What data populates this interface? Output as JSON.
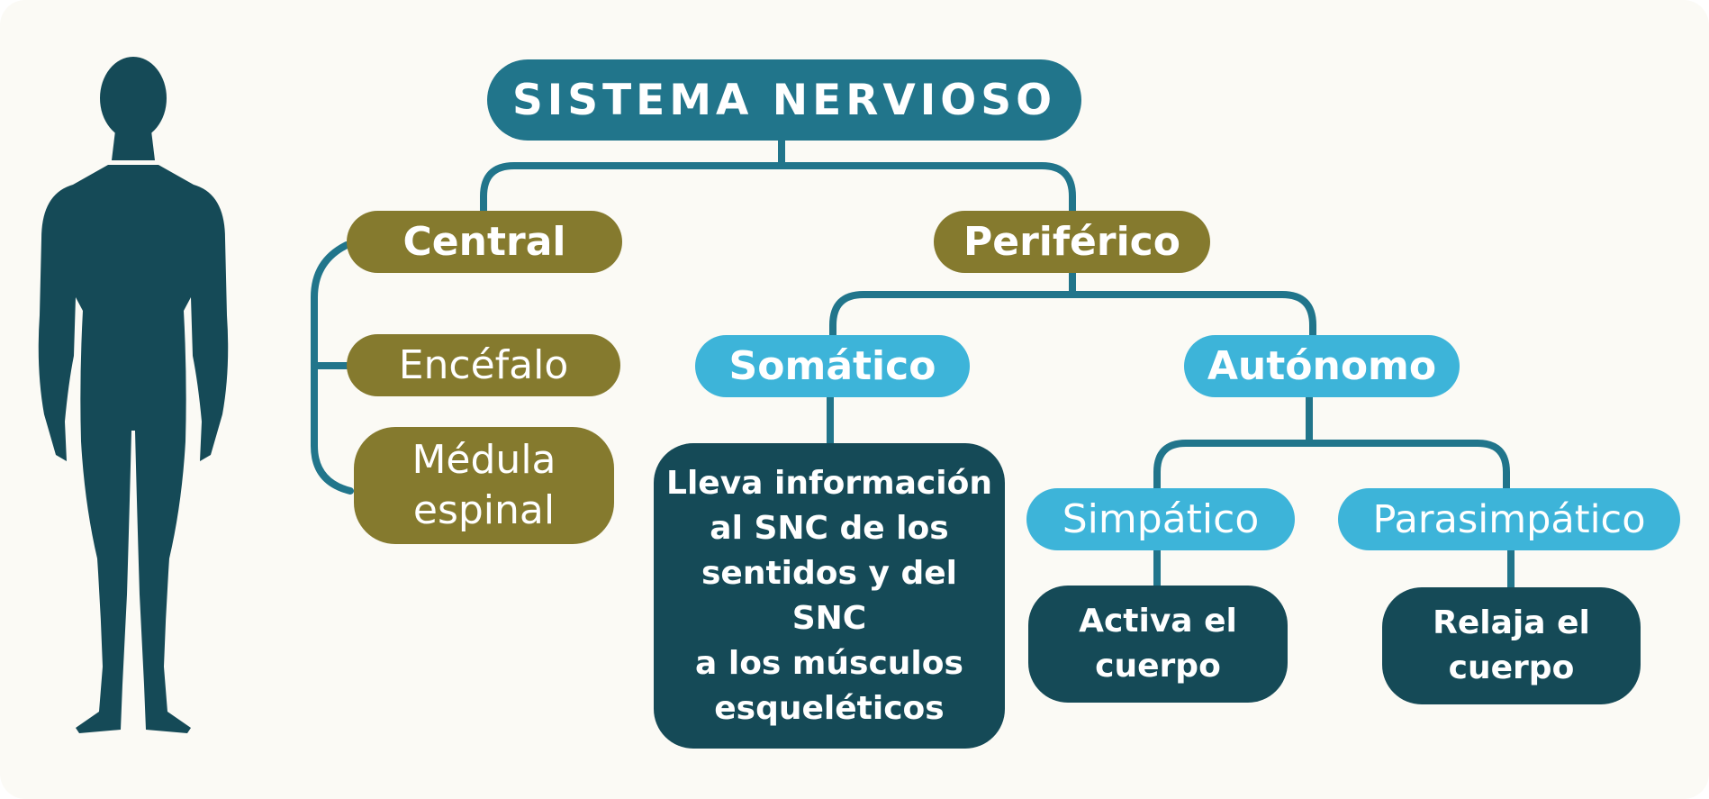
{
  "colors": {
    "background": "#fbfaf5",
    "teal": "#21758b",
    "olive": "#857a2e",
    "cyan": "#3db4d9",
    "dark": "#154a57",
    "figure": "#154a57",
    "connector": "#21758b"
  },
  "icons": {
    "figure": "human-silhouette-icon"
  },
  "title": "SISTEMA NERVIOSO",
  "central": {
    "label": "Central",
    "children": [
      "Encéfalo",
      "Médula\nespinal"
    ]
  },
  "periferico": {
    "label": "Periférico",
    "somatico": {
      "label": "Somático",
      "description": "Lleva información\nal SNC de los\nsentidos y del\nSNC\na los músculos\nesqueléticos"
    },
    "autonomo": {
      "label": "Autónomo",
      "simpatico": {
        "label": "Simpático",
        "description": "Activa el\ncuerpo"
      },
      "parasimpatico": {
        "label": "Parasimpático",
        "description": "Relaja el\ncuerpo"
      }
    }
  }
}
